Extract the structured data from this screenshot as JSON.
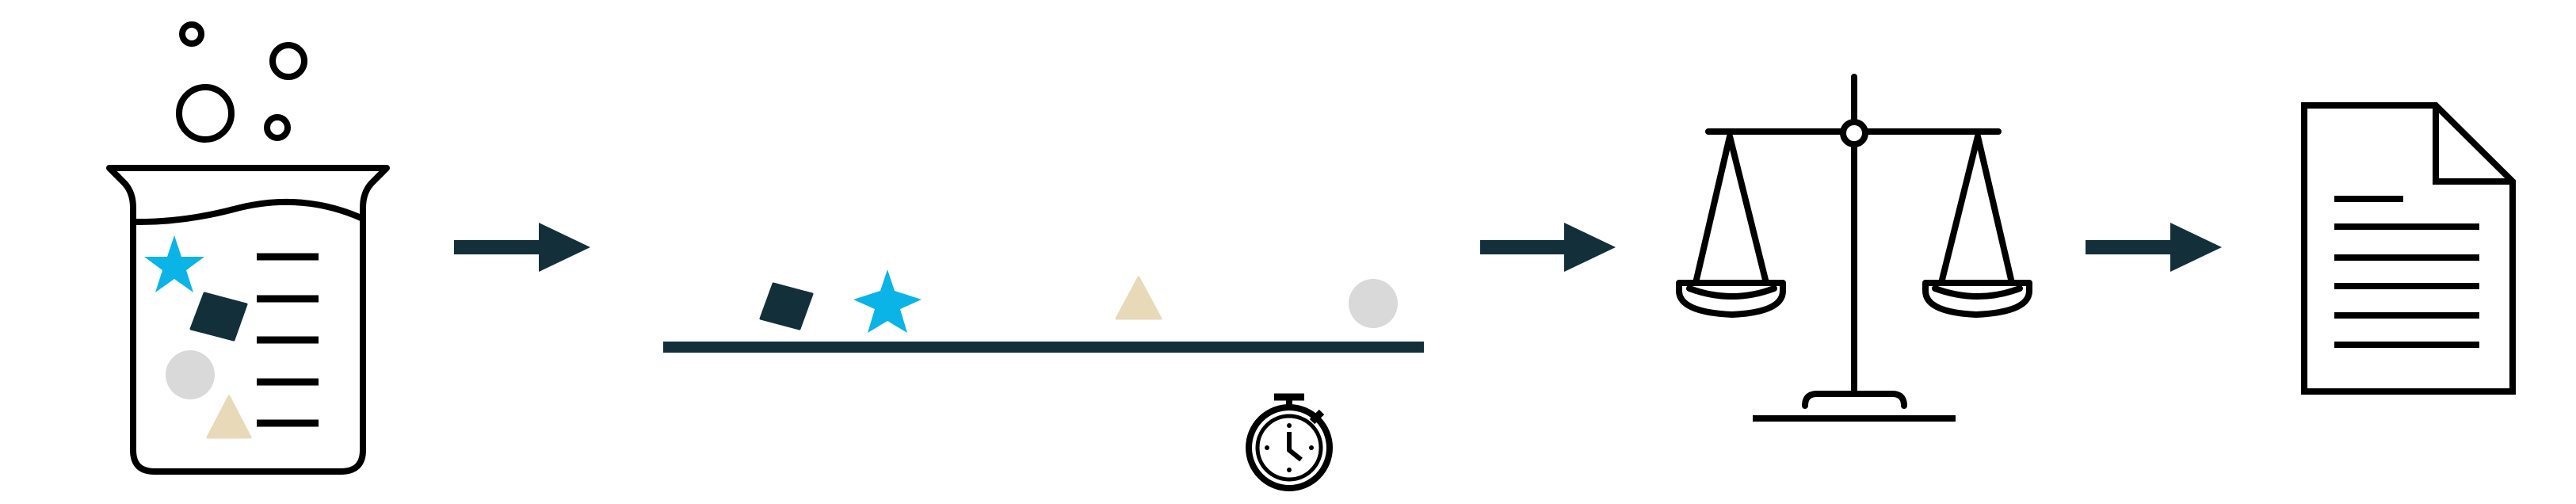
{
  "diagram": {
    "steps": [
      {
        "id": "sample",
        "icon": "beaker-with-particles-icon"
      },
      {
        "id": "separation",
        "icon": "timed-separation-track-icon"
      },
      {
        "id": "measurement",
        "icon": "balance-scale-icon"
      },
      {
        "id": "report",
        "icon": "document-icon"
      }
    ],
    "connectors": [
      "arrow-right-icon",
      "arrow-right-icon",
      "arrow-right-icon"
    ],
    "particles": [
      {
        "shape": "star",
        "color": "#0ab4e6"
      },
      {
        "shape": "square",
        "color": "#13303a"
      },
      {
        "shape": "circle",
        "color": "#d9d9d9"
      },
      {
        "shape": "triangle",
        "color": "#e8d9b9"
      }
    ],
    "colors": {
      "outline": "#000000",
      "dark_teal": "#13303a",
      "cyan": "#0ab4e6",
      "grey": "#d9d9d9",
      "sand": "#e8d9b9"
    }
  }
}
